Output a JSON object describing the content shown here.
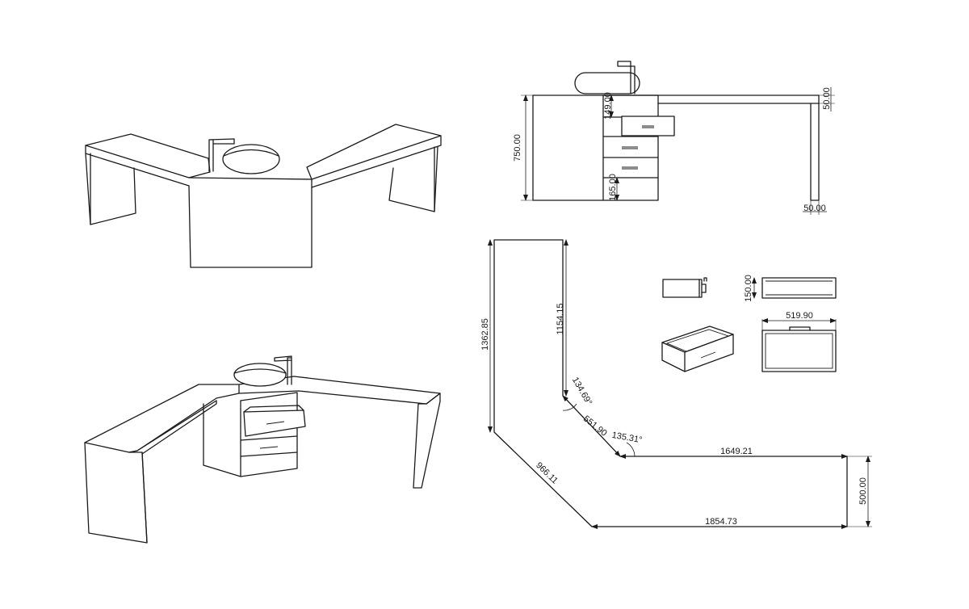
{
  "dimensions": {
    "height_750": "750.00",
    "drawer_149": "149.00",
    "top_50": "50.00",
    "leg_50": "50.00",
    "plinth_165": "165.00",
    "len_1362": "1362.85",
    "len_1154": "1154.15",
    "angle_134": "134.69°",
    "len_551": "551.90",
    "angle_135": "135.31°",
    "len_1649": "1649.21",
    "len_966": "966.11",
    "len_1854": "1854.73",
    "depth_500": "500.00",
    "drawer_h_150": "150.00",
    "drawer_w_519": "519.90"
  }
}
